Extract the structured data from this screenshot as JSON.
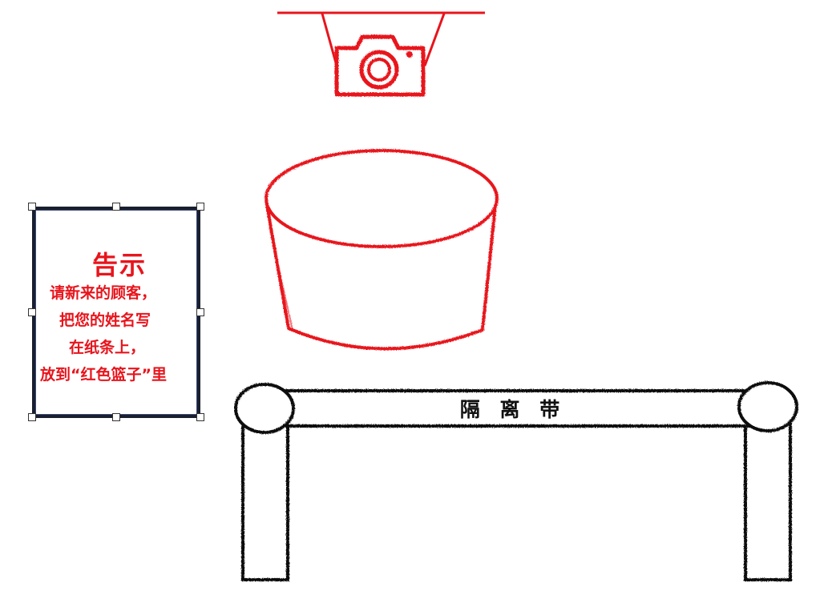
{
  "notice": {
    "title": "告示",
    "lines": [
      "请新来的顾客，",
      "把您的姓名写",
      "在纸条上，",
      "放到“红色篮子”里"
    ]
  },
  "barrier": {
    "label": "隔 离 带"
  },
  "colors": {
    "red": "#e8141c",
    "ink": "#111111",
    "selection": "#1a1f2e"
  },
  "icons": [
    "camera-icon",
    "basket-icon",
    "barrier-icon"
  ]
}
